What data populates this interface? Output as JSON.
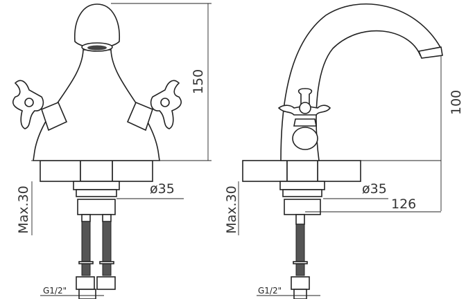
{
  "left_view": {
    "height_dim": "150",
    "diameter_dim": "ø35",
    "max_thickness_dim": "Max.30",
    "thread_label": "G1/2\""
  },
  "right_view": {
    "spout_height_dim": "100",
    "diameter_dim": "ø35",
    "reach_dim": "126",
    "max_thickness_dim": "Max.30",
    "thread_label": "G1/2\""
  },
  "colors": {
    "line": "#222222",
    "background": "#ffffff"
  }
}
